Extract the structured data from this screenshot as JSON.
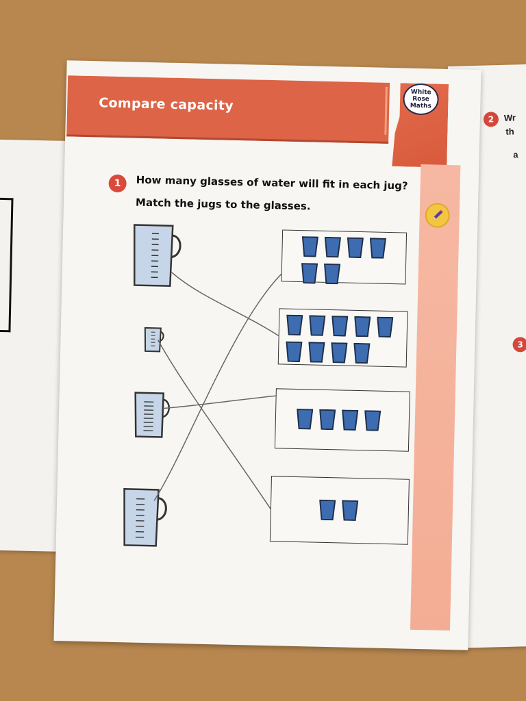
{
  "worksheet": {
    "title": "Compare capacity",
    "logo_lines": [
      "White",
      "Rose",
      "Maths"
    ],
    "question_number": "1",
    "question_text": "How many glasses of water will fit in each jug?",
    "instruction": "Match the jugs to the glasses.",
    "accent_color": "#dd6446",
    "glass_color": "#3d6db0",
    "jugs": [
      {
        "name": "large-jug",
        "size": "large"
      },
      {
        "name": "small-jug",
        "size": "small"
      },
      {
        "name": "medium-jug",
        "size": "medium"
      },
      {
        "name": "large-jug-2",
        "size": "large"
      }
    ],
    "glass_boxes": [
      {
        "count": 6
      },
      {
        "count": 9
      },
      {
        "count": 4
      },
      {
        "count": 2
      }
    ],
    "matches": [
      {
        "jug": 1,
        "box": 2
      },
      {
        "jug": 2,
        "box": 4
      },
      {
        "jug": 3,
        "box": 3
      },
      {
        "jug": 4,
        "box": 1
      }
    ]
  },
  "side_sheets": {
    "right_numbers": [
      "2",
      "3"
    ],
    "right_snippets": [
      "Wr",
      "th",
      "a"
    ]
  }
}
